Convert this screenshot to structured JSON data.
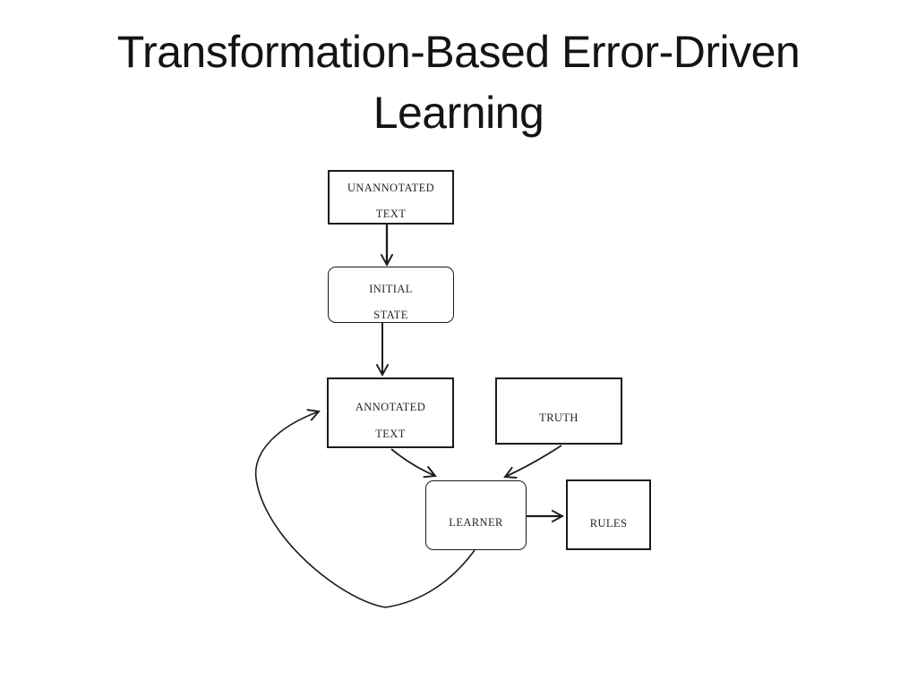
{
  "slide": {
    "title_line1": "Transformation-Based Error-Driven",
    "title_line2": "Learning"
  },
  "diagram": {
    "nodes": {
      "unannotated": {
        "line1": "UNANNOTATED",
        "line2": "TEXT"
      },
      "initial": {
        "line1": "INITIAL",
        "line2": "STATE"
      },
      "annotated": {
        "line1": "ANNOTATED",
        "line2": "TEXT"
      },
      "truth": {
        "label": "TRUTH"
      },
      "learner": {
        "label": "LEARNER"
      },
      "rules": {
        "label": "RULES"
      }
    },
    "edges": [
      {
        "from": "UNANNOTATED TEXT",
        "to": "INITIAL STATE",
        "style": "straight-down"
      },
      {
        "from": "INITIAL STATE",
        "to": "ANNOTATED TEXT",
        "style": "straight-down"
      },
      {
        "from": "ANNOTATED TEXT",
        "to": "LEARNER",
        "style": "diagonal"
      },
      {
        "from": "TRUTH",
        "to": "LEARNER",
        "style": "diagonal"
      },
      {
        "from": "LEARNER",
        "to": "RULES",
        "style": "straight-right"
      },
      {
        "from": "LEARNER",
        "to": "ANNOTATED TEXT",
        "style": "curved-feedback-loop"
      }
    ],
    "colors": {
      "background": "#ffffff",
      "stroke": "#1b1b1b",
      "node_text": "#26262e",
      "title_text": "#141414"
    }
  }
}
